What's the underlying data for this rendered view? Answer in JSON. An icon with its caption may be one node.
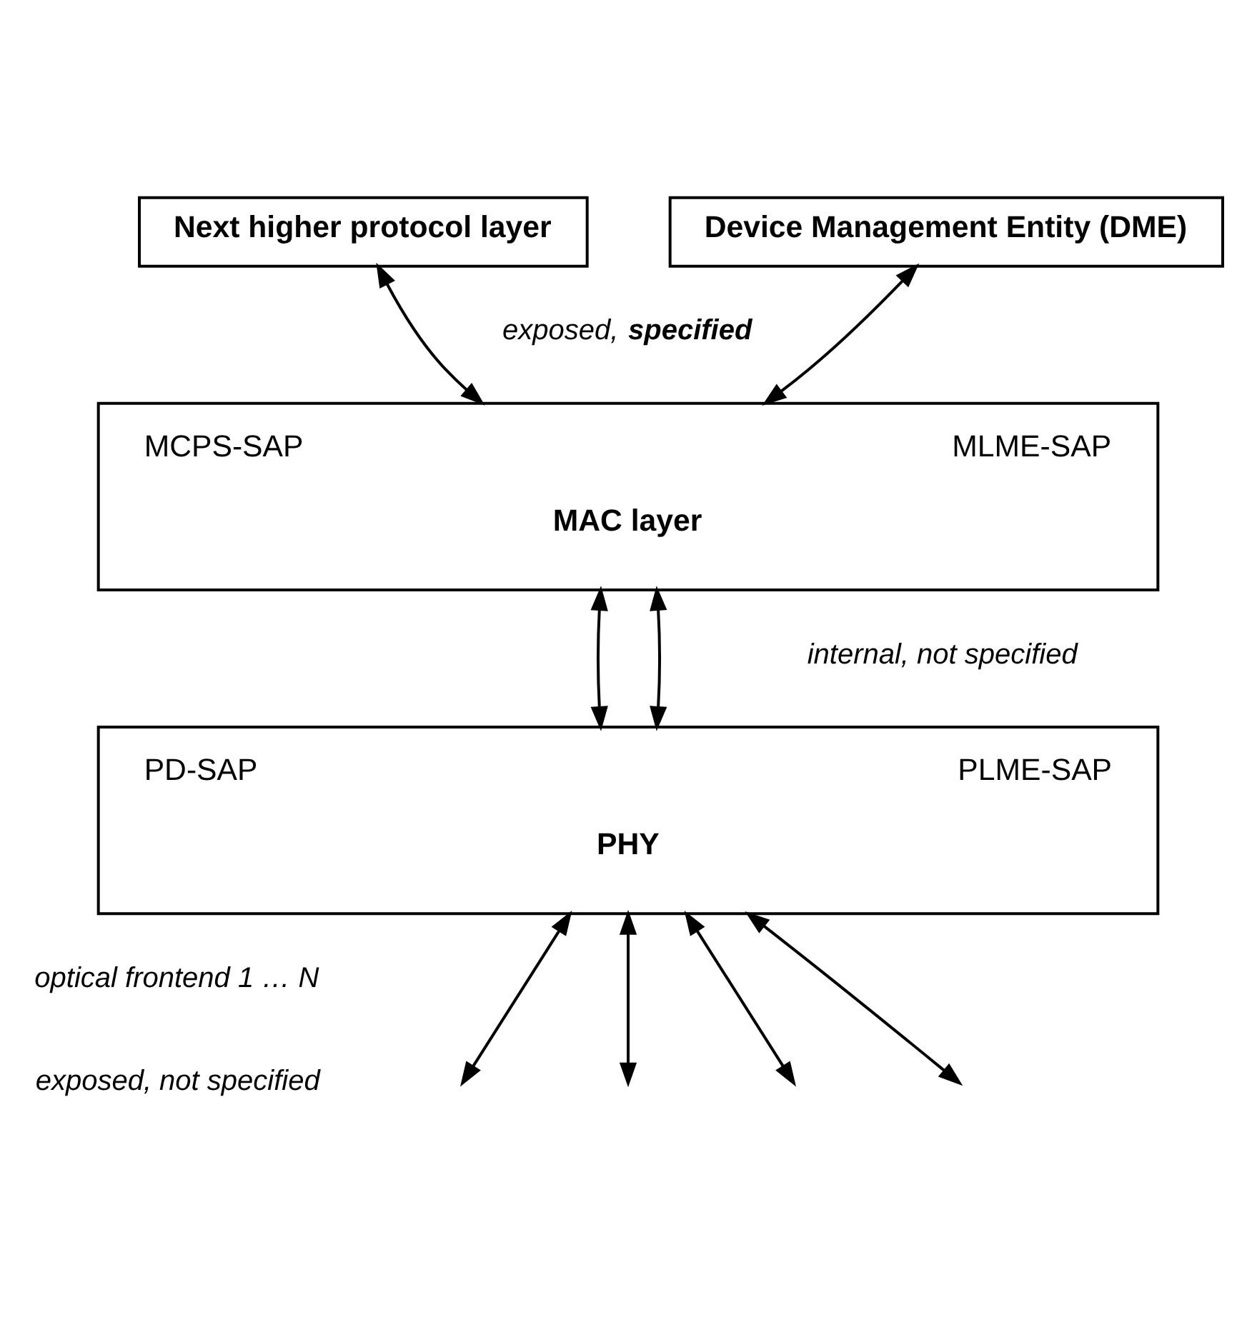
{
  "diagram": {
    "nodes": [
      {
        "text": [
          "Next higher protocol layer"
        ]
      },
      {
        "text": [
          "Device Management Entity (DME)"
        ]
      },
      {
        "text": [
          "MCPS-SAP",
          "MLME-SAP",
          "MAC layer"
        ]
      },
      {
        "text": [
          "PD-SAP",
          "PLME-SAP",
          "PHY"
        ]
      }
    ],
    "edges": [
      {
        "from": 0,
        "to": 2,
        "arrow": "both"
      },
      {
        "from": 1,
        "to": 2,
        "arrow": "both"
      },
      {
        "from": 2,
        "to": 3,
        "arrow": "both"
      },
      {
        "from": 2,
        "to": 3,
        "arrow": "both"
      },
      {
        "from": 3,
        "to": null,
        "arrow": "both"
      },
      {
        "from": 3,
        "to": null,
        "arrow": "both"
      },
      {
        "from": 3,
        "to": null,
        "arrow": "both"
      },
      {
        "from": 3,
        "to": null,
        "arrow": "both"
      }
    ],
    "labels": [
      "exposed, **specified**",
      "internal, not specified",
      "optical frontend 1 … N",
      "exposed, not specified"
    ]
  }
}
